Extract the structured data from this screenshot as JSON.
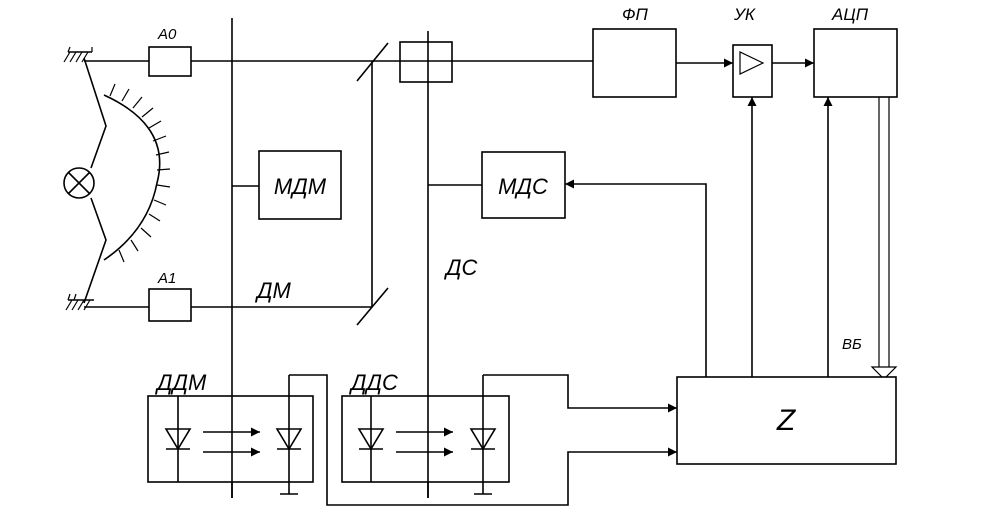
{
  "diagram": {
    "labels": {
      "a0": "A0",
      "a1": "A1",
      "mdm": "МДМ",
      "dm": "ДМ",
      "mds": "МДС",
      "ds": "ДС",
      "fp": "ФП",
      "uk": "УК",
      "acp": "АЦП",
      "ddm": "ДДМ",
      "dds": "ДДС",
      "z": "Z",
      "vb": "ВБ"
    }
  }
}
